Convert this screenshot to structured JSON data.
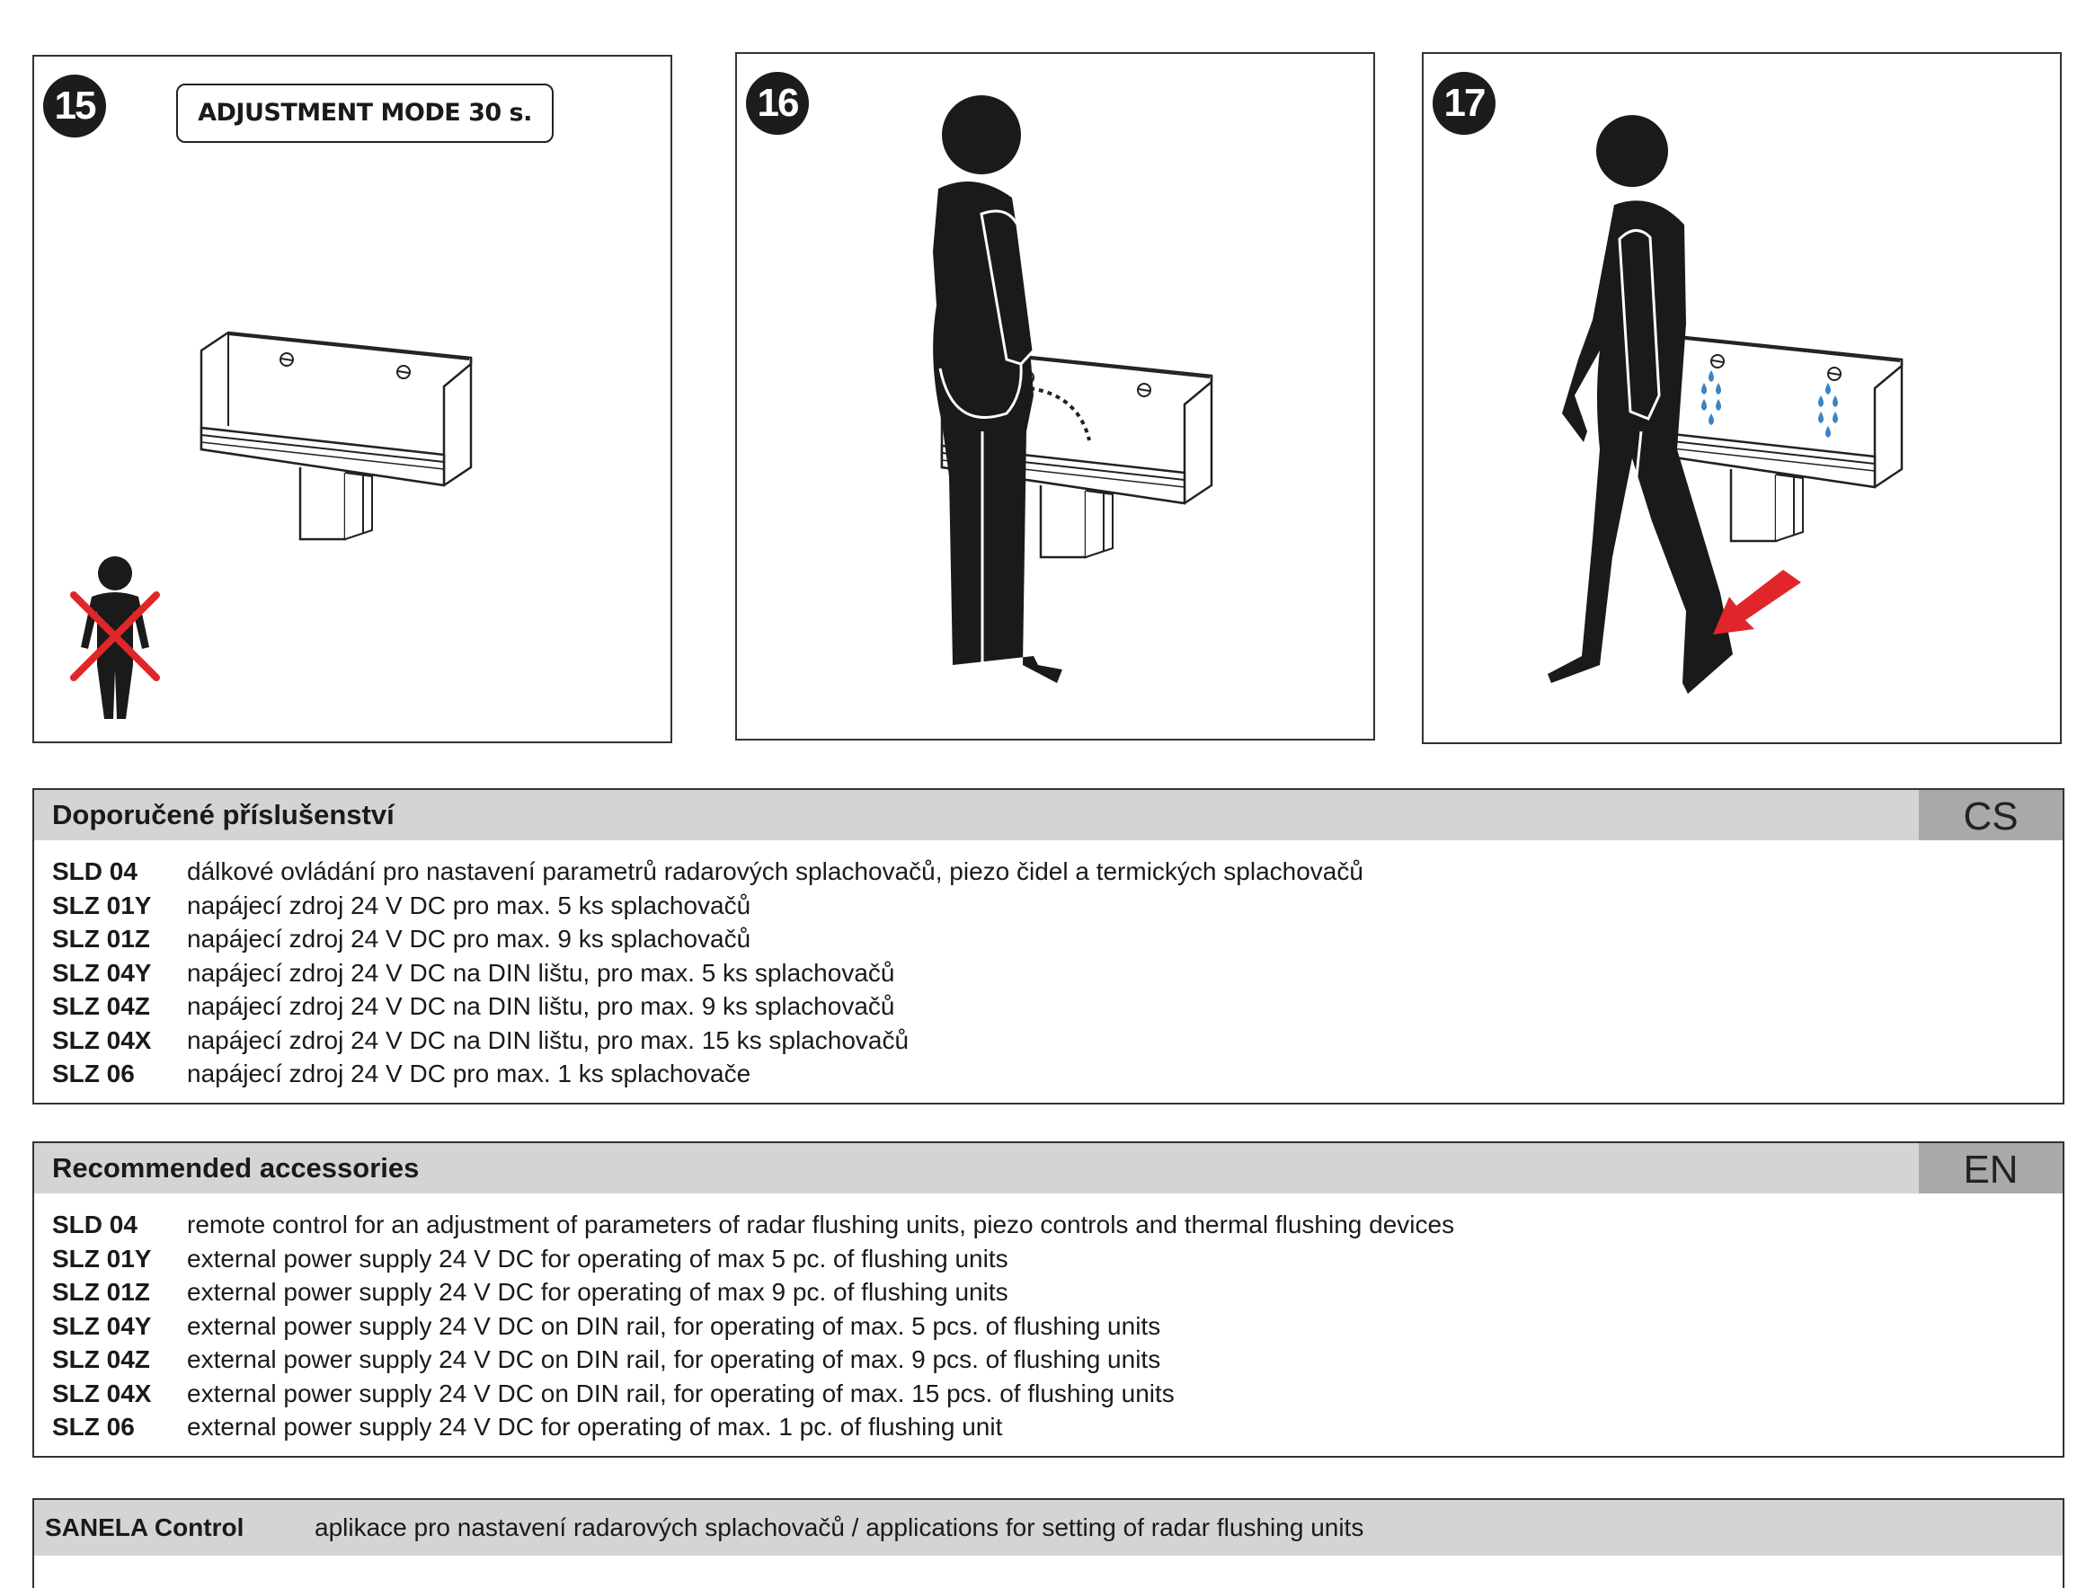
{
  "panels": [
    {
      "number": "15",
      "label": "ADJUSTMENT MODE 30 s."
    },
    {
      "number": "16"
    },
    {
      "number": "17"
    }
  ],
  "colors": {
    "drops": "#3b84c4",
    "arrow": "#e0262a",
    "cross": "#e0262a",
    "figure": "#1a1a1a"
  },
  "icons": [
    "urinal-icon",
    "person-icon",
    "crossed-person-icon",
    "water-drops-icon",
    "exit-arrow-icon"
  ],
  "cs": {
    "title": "Doporučené příslušenství",
    "lang": "CS",
    "items": [
      {
        "code": "SLD 04",
        "desc": "dálkové ovládání pro nastavení parametrů radarových splachovačů, piezo čidel a termických splachovačů"
      },
      {
        "code": "SLZ 01Y",
        "desc": "napájecí zdroj 24 V DC pro max. 5 ks splachovačů"
      },
      {
        "code": "SLZ 01Z",
        "desc": "napájecí zdroj 24 V DC pro max. 9 ks splachovačů"
      },
      {
        "code": "SLZ 04Y",
        "desc": "napájecí zdroj 24 V DC na DIN lištu, pro max. 5 ks splachovačů"
      },
      {
        "code": "SLZ 04Z",
        "desc": "napájecí zdroj 24 V DC na DIN lištu, pro max. 9 ks splachovačů"
      },
      {
        "code": "SLZ 04X",
        "desc": "napájecí zdroj 24 V DC na DIN lištu, pro max. 15 ks splachovačů"
      },
      {
        "code": "SLZ 06",
        "desc": "napájecí zdroj 24 V DC pro max. 1 ks splachovače"
      }
    ]
  },
  "en": {
    "title": "Recommended accessories",
    "lang": "EN",
    "items": [
      {
        "code": "SLD 04",
        "desc": "remote control for an adjustment of parameters of radar flushing units, piezo controls and thermal flushing devices"
      },
      {
        "code": "SLZ 01Y",
        "desc": "external power supply 24 V DC for operating of max 5 pc. of flushing units"
      },
      {
        "code": "SLZ 01Z",
        "desc": "external power supply 24 V DC for operating of max 9 pc. of flushing units"
      },
      {
        "code": "SLZ 04Y",
        "desc": "external power supply 24 V DC on DIN rail, for operating of max. 5 pcs. of flushing units"
      },
      {
        "code": "SLZ 04Z",
        "desc": "external power supply 24 V DC on DIN rail, for operating of max. 9 pcs. of flushing units"
      },
      {
        "code": "SLZ 04X",
        "desc": "external power supply 24 V DC on DIN rail, for operating of max. 15 pcs. of flushing units"
      },
      {
        "code": "SLZ 06",
        "desc": "external power supply 24 V DC for operating of max. 1 pc. of flushing unit"
      }
    ]
  },
  "sanela": {
    "name": "SANELA Control",
    "desc": "aplikace pro nastavení radarových splachovačů / applications for setting of radar flushing units"
  }
}
